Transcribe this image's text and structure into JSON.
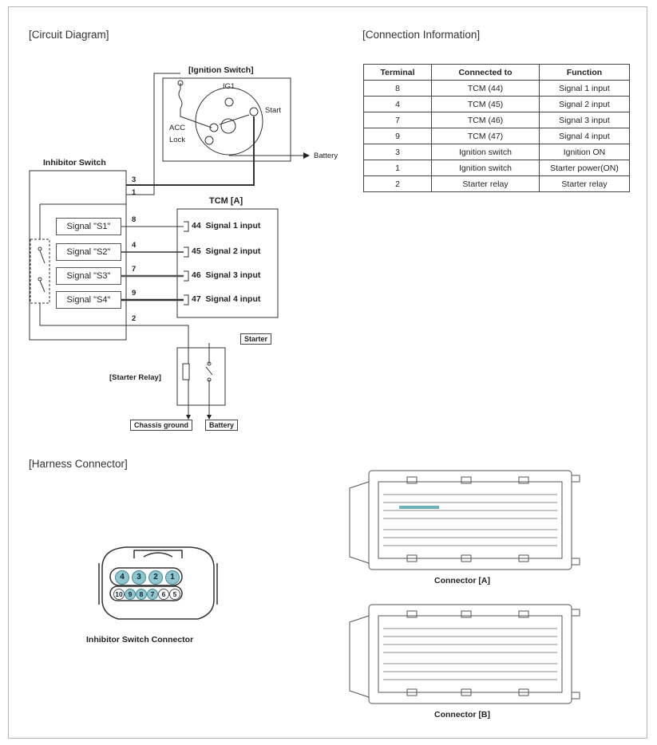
{
  "sections": {
    "circuit": "[Circuit Diagram]",
    "connection": "[Connection Information]",
    "harness": "[Harness Connector]"
  },
  "circuit": {
    "ignition_switch": "[Ignition Switch]",
    "ig1": "IG1",
    "start": "Start",
    "acc": "ACC",
    "lock": "Lock",
    "battery_arrow": "Battery",
    "inhibitor_switch": "Inhibitor Switch",
    "tcm": "TCM [A]",
    "signals": [
      "Signal \"S1\"",
      "Signal \"S2\"",
      "Signal \"S3\"",
      "Signal \"S4\""
    ],
    "signal_terms": [
      "8",
      "4",
      "7",
      "9"
    ],
    "top_terms": [
      "3",
      "1"
    ],
    "bottom_term": "2",
    "tcm_pins": [
      "44",
      "45",
      "46",
      "47"
    ],
    "tcm_inputs": [
      "Signal 1 input",
      "Signal 2 input",
      "Signal 3 input",
      "Signal 4 input"
    ],
    "starter": "Starter",
    "starter_relay": "[Starter Relay]",
    "chassis_ground": "Chassis ground",
    "battery_box": "Battery"
  },
  "connection_table": {
    "headers": [
      "Terminal",
      "Connected to",
      "Function"
    ],
    "rows": [
      [
        "8",
        "TCM (44)",
        "Signal 1 input"
      ],
      [
        "4",
        "TCM (45)",
        "Signal 2 input"
      ],
      [
        "7",
        "TCM (46)",
        "Signal 3 input"
      ],
      [
        "9",
        "TCM (47)",
        "Signal 4 input"
      ],
      [
        "3",
        "Ignition switch",
        "Ignition ON"
      ],
      [
        "1",
        "Ignition switch",
        "Starter power(ON)"
      ],
      [
        "2",
        "Starter relay",
        "Starter relay"
      ]
    ]
  },
  "harness": {
    "inhibitor_connector": "Inhibitor Switch Connector",
    "connector_a": "Connector [A]",
    "connector_b": "Connector [B]",
    "pins_top": [
      "4",
      "3",
      "2",
      "1"
    ],
    "pins_bottom": [
      "10",
      "9",
      "8",
      "7",
      "6",
      "5"
    ]
  }
}
